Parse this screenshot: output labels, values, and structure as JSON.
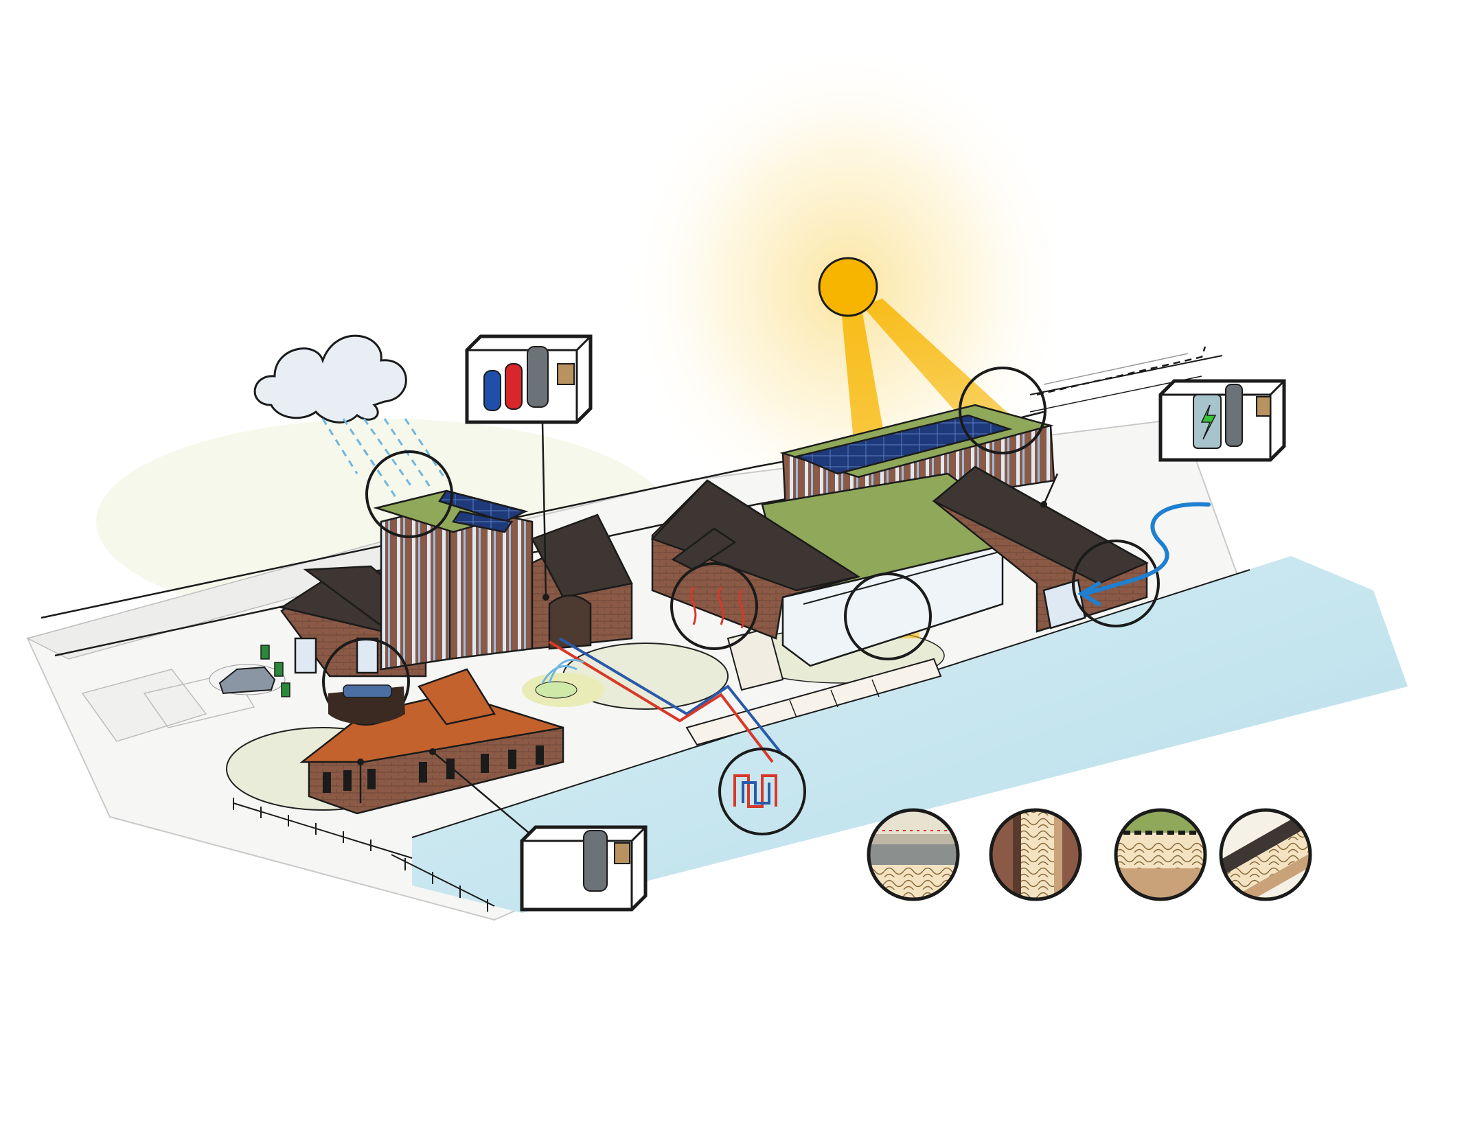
{
  "colors": {
    "sun": "#f7b500",
    "sun_glow": "#fbe7a0",
    "water": "#bfe3ee",
    "roof_dark": "#3d3632",
    "roof_orange": "#c4622d",
    "brick": "#8a5a46",
    "green_roof": "#8fa85a",
    "solar_panel": "#1f3a7a",
    "pipe_hot": "#d8382a",
    "pipe_cold": "#2a5aa8",
    "rain": "#6fb6df",
    "tank_blue": "#1f4fa8",
    "tank_red": "#d8262a",
    "tank_grey": "#6c7378",
    "flow_arrow": "#1f7fd0",
    "outline": "#1b1b1b"
  },
  "icons": [
    "cloud-icon",
    "rain-icon",
    "sun-icon",
    "water-tank-icon",
    "heat-pump-icon",
    "battery-icon",
    "boiler-icon",
    "car-icon",
    "ev-charger-icon"
  ],
  "details": [
    "floor-insulation-detail",
    "wall-insulation-detail",
    "green-roof-detail",
    "pitched-roof-detail"
  ]
}
